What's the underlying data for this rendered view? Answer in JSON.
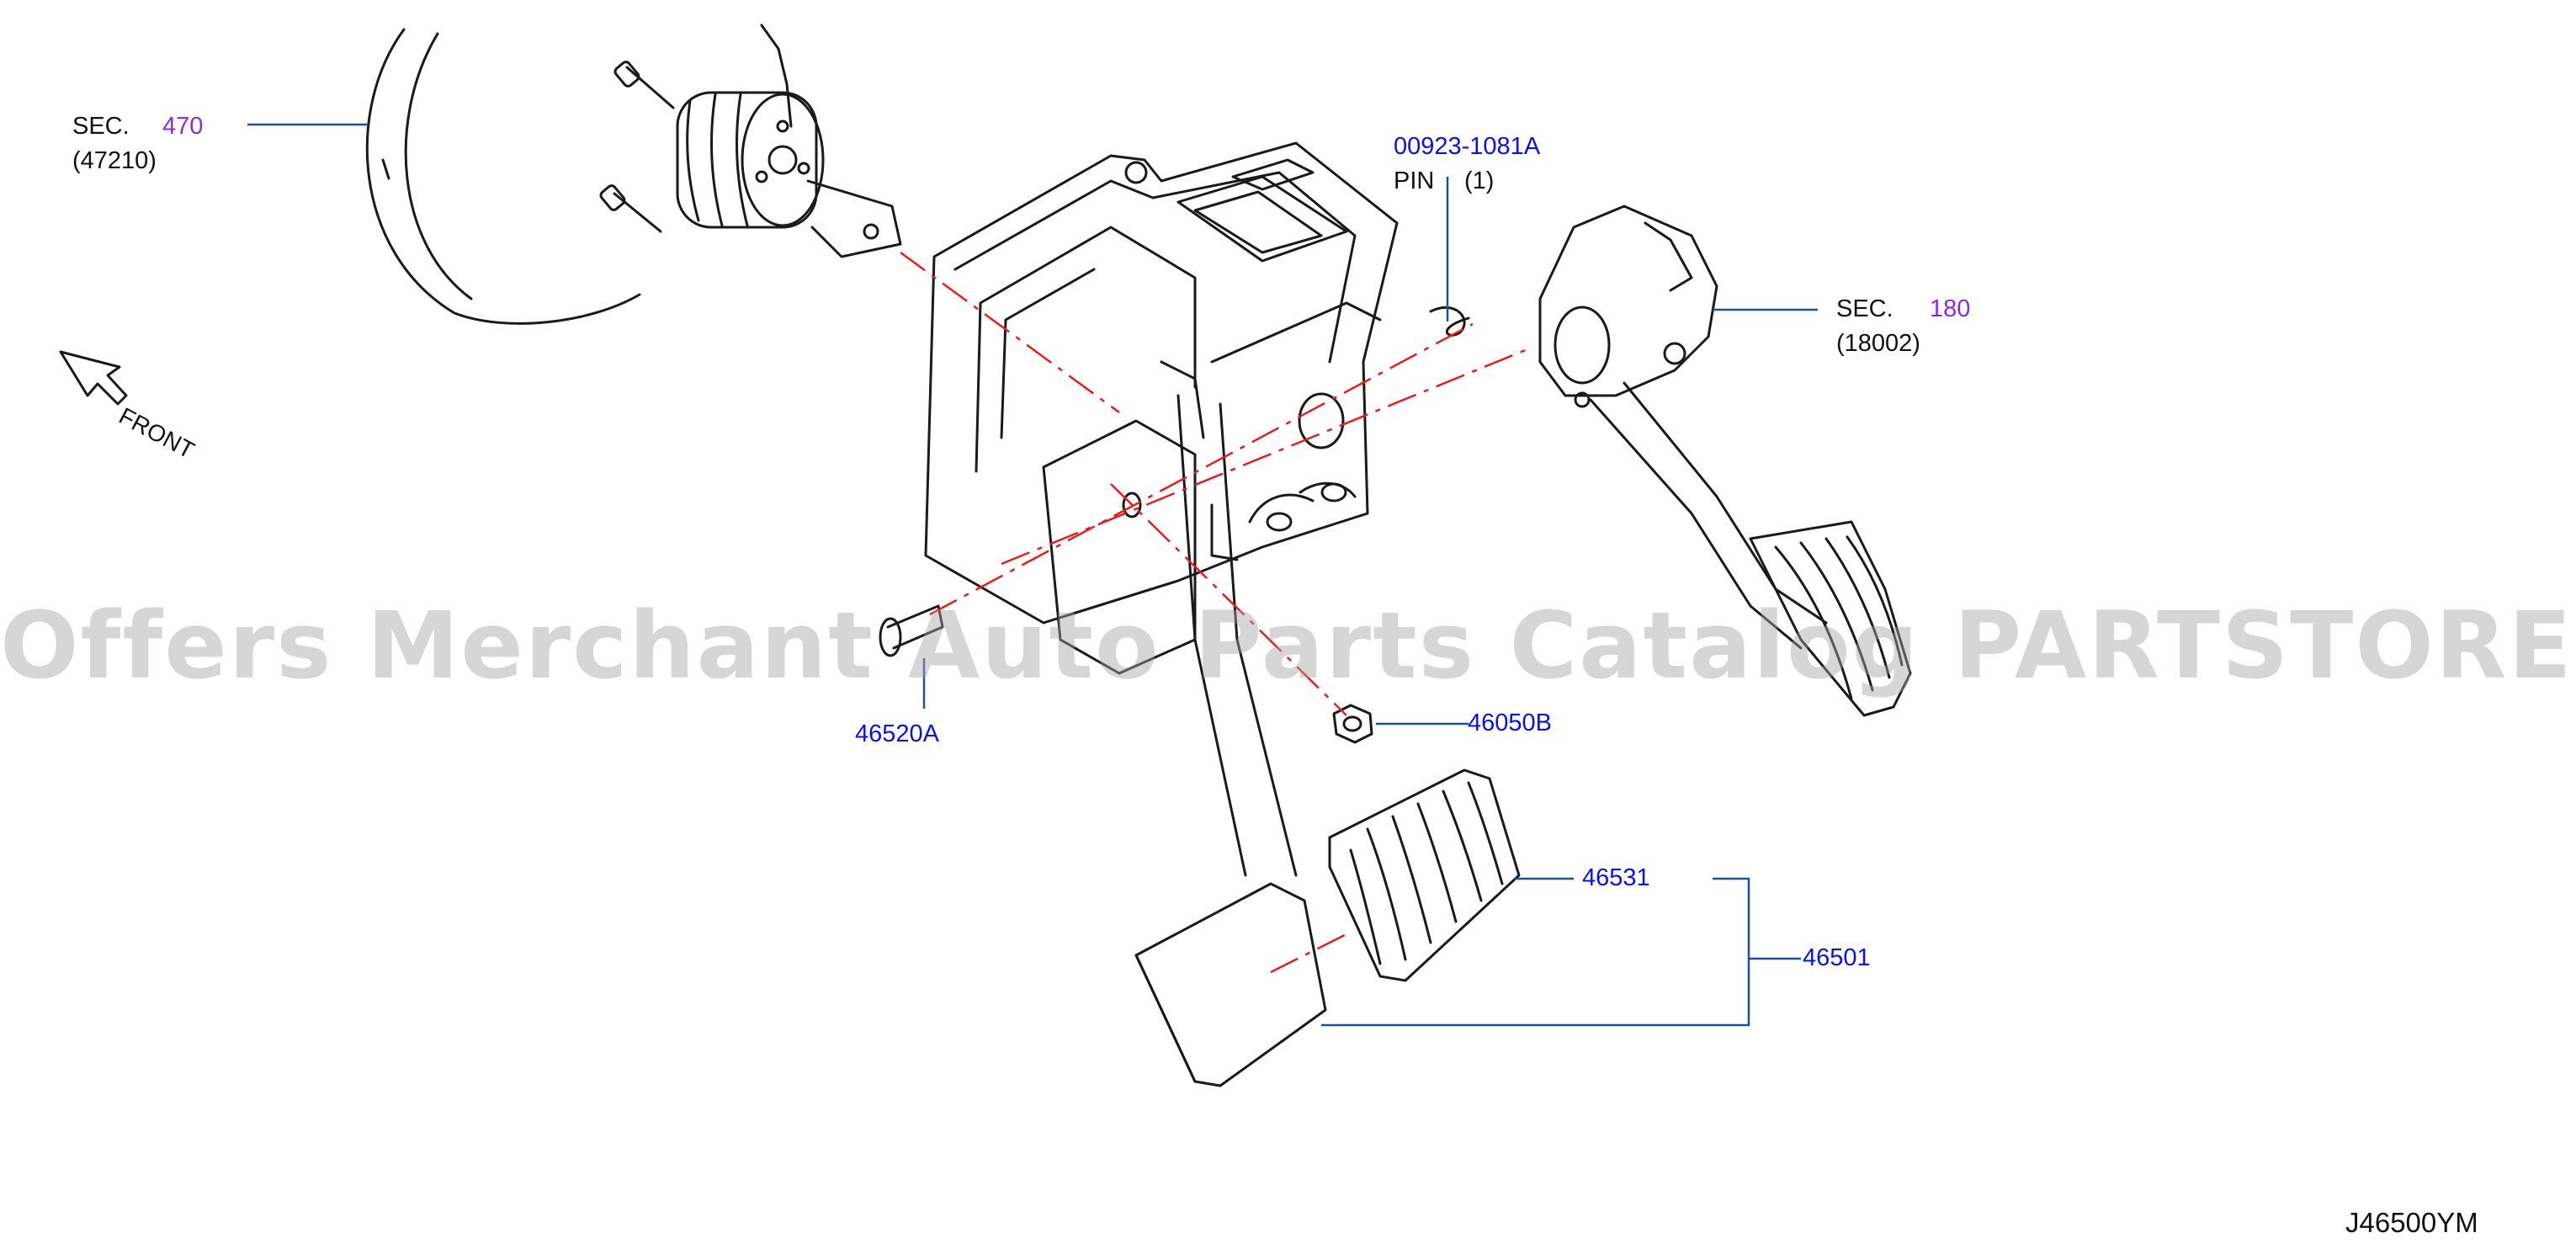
{
  "diagram_id": "J46500YM",
  "watermark": "Offers Merchant Auto Parts Catalog PARTSTORE.SA",
  "front_label": "FRONT",
  "colors": {
    "part_link": "#0b13d6",
    "section_link": "#8a2be2",
    "leader": "#1f4fa0",
    "centerline": "#e02020",
    "ink": "#111111"
  },
  "callouts": {
    "sec470": {
      "prefix": "SEC.",
      "number": "470",
      "sub": "(47210)"
    },
    "sec180": {
      "prefix": "SEC.",
      "number": "180",
      "sub": "(18002)"
    },
    "pin": {
      "part_no": "00923-1081A",
      "name": "PIN",
      "qty": "(1)"
    },
    "p46520A": "46520A",
    "p46050B": "46050B",
    "p46531": "46531",
    "p46501": "46501"
  }
}
